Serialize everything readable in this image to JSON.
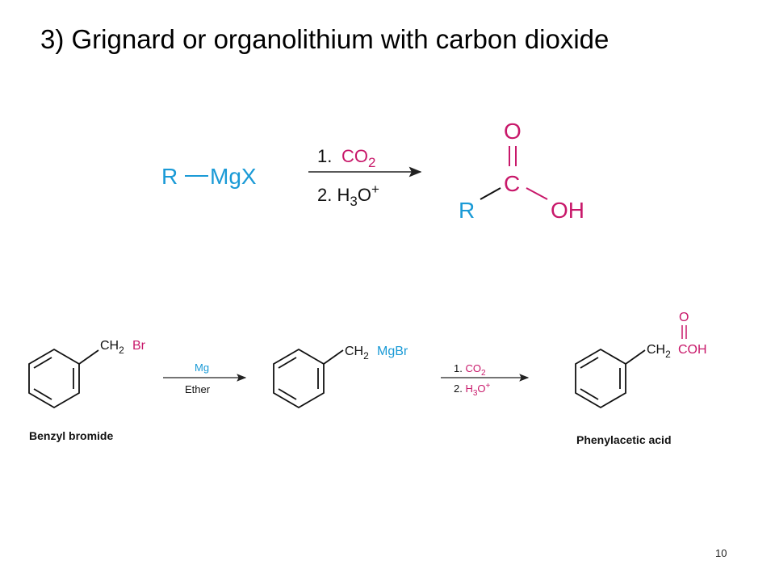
{
  "slide": {
    "title": "3)  Grignard or organolithium with carbon dioxide",
    "page_number": "10"
  },
  "colors": {
    "reagent_blue": "#1a9ad6",
    "product_pink": "#c8186a",
    "text_black": "#111111"
  },
  "general_reaction": {
    "reactant_r": "R",
    "reactant_mgx": "MgX",
    "step1_prefix": "1. ",
    "step1_reagent": "CO",
    "step1_sub": "2",
    "step2_prefix": "2. H",
    "step2_sub": "3",
    "step2_o": "O",
    "step2_sup": "+",
    "product_o": "O",
    "product_c": "C",
    "product_r": "R",
    "product_oh": "OH"
  },
  "example_reaction": {
    "start_ch": "CH",
    "start_sub": "2",
    "start_br": "Br",
    "start_name": "Benzyl bromide",
    "step_a_reagent": "Mg",
    "step_a_solvent": "Ether",
    "mid_ch": "CH",
    "mid_sub": "2",
    "mid_mgbr": "MgBr",
    "step_b1_prefix": "1. ",
    "step_b1_reagent": "CO",
    "step_b1_sub": "2",
    "step_b2_prefix": "2. ",
    "step_b2_h": "H",
    "step_b2_sub": "3",
    "step_b2_o": "O",
    "step_b2_sup": "+",
    "product_o": "O",
    "product_ch": "CH",
    "product_sub": "2",
    "product_cooh": "COH",
    "product_name": "Phenylacetic acid"
  }
}
